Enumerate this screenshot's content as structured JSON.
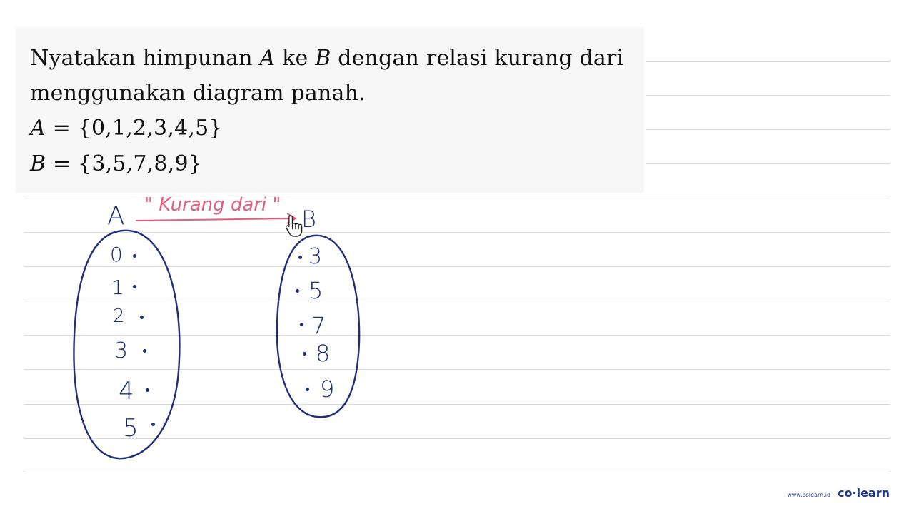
{
  "question": {
    "line1": {
      "before_a": "Nyatakan himpunan ",
      "a": "A",
      "middle": " ke ",
      "b": "B",
      "after_b": " dengan relasi kurang dari"
    },
    "line2": "menggunakan diagram panah.",
    "set_a": {
      "name": "A",
      "expr": " = {0,1,2,3,4,5}"
    },
    "set_b": {
      "name": "B",
      "expr": " = {3,5,7,8,9}"
    }
  },
  "handwriting": {
    "label_a": "A",
    "label_b": "B",
    "relation": "\" Kurang dari \"",
    "set_a_elements": [
      "0",
      "1",
      "2",
      "3",
      "4",
      "5"
    ],
    "set_b_elements": [
      "3",
      "5",
      "7",
      "8",
      "9"
    ],
    "ink_color": "#1f2f7a",
    "relation_color": "#e0607e"
  },
  "brand": {
    "url": "www.colearn.id",
    "logo": "co·learn",
    "color": "#1f3a8a"
  }
}
